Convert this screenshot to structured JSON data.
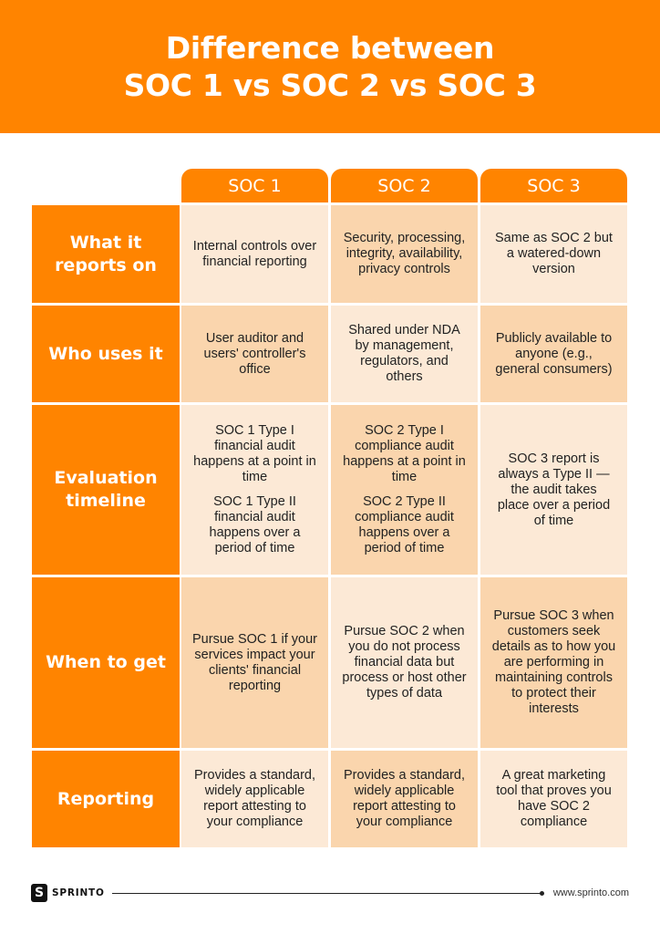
{
  "header": {
    "title_line_1": "Difference between",
    "title_line_2": "SOC 1 vs SOC 2 vs SOC 3"
  },
  "colors": {
    "brand_orange": "#FF8400",
    "cell_light": "#FCE9D6",
    "cell_dark": "#FAD5AD"
  },
  "table": {
    "columns": [
      "SOC 1",
      "SOC 2",
      "SOC 3"
    ],
    "rows": [
      {
        "label": "What it reports on",
        "cells": [
          [
            "Internal controls over financial reporting"
          ],
          [
            "Security, processing, integrity, availability, privacy controls"
          ],
          [
            "Same as SOC 2 but a watered-down version"
          ]
        ]
      },
      {
        "label": "Who uses it",
        "cells": [
          [
            "User auditor and users' controller's office"
          ],
          [
            "Shared under NDA by management, regulators, and others"
          ],
          [
            "Publicly available to anyone (e.g., general consumers)"
          ]
        ]
      },
      {
        "label": "Evaluation timeline",
        "cells": [
          [
            "SOC 1 Type I financial audit happens at a point in time",
            "SOC 1 Type II financial audit happens over a period of time"
          ],
          [
            "SOC 2 Type I compliance audit happens at a point in time",
            "SOC 2 Type II compliance audit happens over a period of time"
          ],
          [
            "SOC 3 report is always a Type II — the audit takes place over a period of time"
          ]
        ]
      },
      {
        "label": "When to get",
        "cells": [
          [
            "Pursue SOC 1 if your services impact your clients' financial reporting"
          ],
          [
            "Pursue SOC 2 when you do not process financial data but process or host other types of data"
          ],
          [
            "Pursue SOC 3 when customers seek details as to how you are performing in maintaining controls to protect their interests"
          ]
        ]
      },
      {
        "label": "Reporting",
        "cells": [
          [
            "Provides a standard, widely applicable report attesting to your compliance"
          ],
          [
            "Provides a standard, widely applicable report attesting to your compliance"
          ],
          [
            "A great marketing tool that proves you have SOC 2 compliance"
          ]
        ]
      }
    ]
  },
  "footer": {
    "logo_glyph": "S",
    "brand": "SPRINTO",
    "url": "www.sprinto.com"
  }
}
